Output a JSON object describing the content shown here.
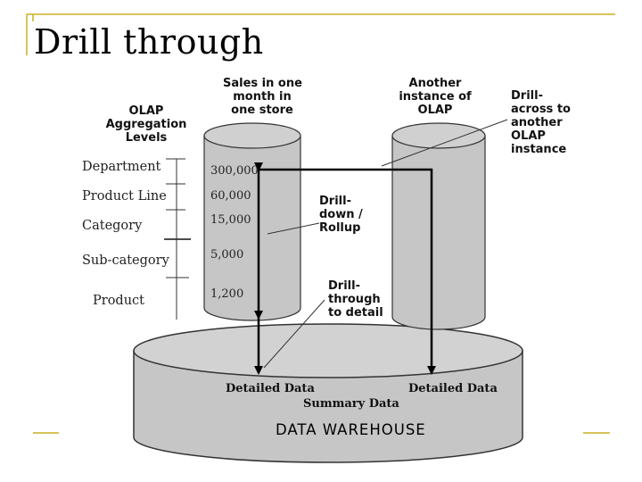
{
  "title": "Drill through",
  "cylinder_labels": {
    "sales": "Sales in one\nmonth in\none store",
    "another": "Another\ninstance of\nOLAP",
    "olap_levels": "OLAP\nAggregation\nLevels"
  },
  "levels": [
    "Department",
    "Product Line",
    "Category",
    "Sub-category",
    "Product"
  ],
  "values": [
    "300,000",
    "60,000",
    "15,000",
    "5,000",
    "1,200"
  ],
  "annotations": {
    "drill_across": "Drill-\nacross to\nanother\nOLAP\ninstance",
    "drill_down": "Drill-\ndown /\nRollup",
    "drill_through": "Drill-\nthrough\nto detail"
  },
  "warehouse": {
    "detailed_left": "Detailed Data",
    "detailed_right": "Detailed Data",
    "summary": "Summary Data",
    "name": "DATA  WAREHOUSE"
  },
  "colors": {
    "accent": "#c8b020",
    "cylinder_fill": "#c6c6c6",
    "cylinder_stroke": "#333333"
  }
}
